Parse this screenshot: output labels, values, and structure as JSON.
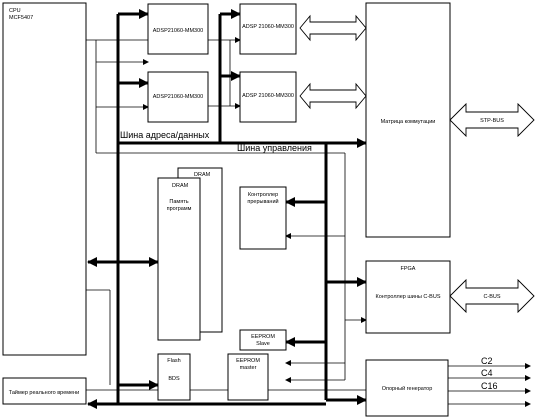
{
  "blocks": {
    "cpu": [
      "CPU",
      "MCF5407"
    ],
    "adsp_left_top": "ADSP21060-MM300",
    "adsp_left_bottom": "ADSP21060-MM300",
    "adsp_right_top": "ADSP 21060-MM300",
    "adsp_right_bottom": "ADSP 21060-MM300",
    "switch_matrix": "Матрица коммутации",
    "dram_back": "DRAM",
    "dram_front": "DRAM",
    "program_memory": [
      "Память",
      "программ"
    ],
    "interrupt_controller": [
      "Контроллер",
      "прерываний"
    ],
    "fpga_title": "FPGA",
    "fpga_text": "Контроллер шины C-BUS",
    "eeprom_slave": [
      "EEPROM",
      "Slave"
    ],
    "eeprom_master": [
      "EEPROM",
      "master"
    ],
    "flash": [
      "Flash",
      "BDS"
    ],
    "rtc": "Таймер реального времени",
    "clock_gen": "Опорный генератор"
  },
  "buses": {
    "address_data": "Шина адреса/данных",
    "control": "Шина управления"
  },
  "external": {
    "stp_bus": "STP-BUS",
    "c_bus": "C-BUS"
  },
  "clock_outputs": [
    "C2",
    "C4",
    "C16"
  ]
}
